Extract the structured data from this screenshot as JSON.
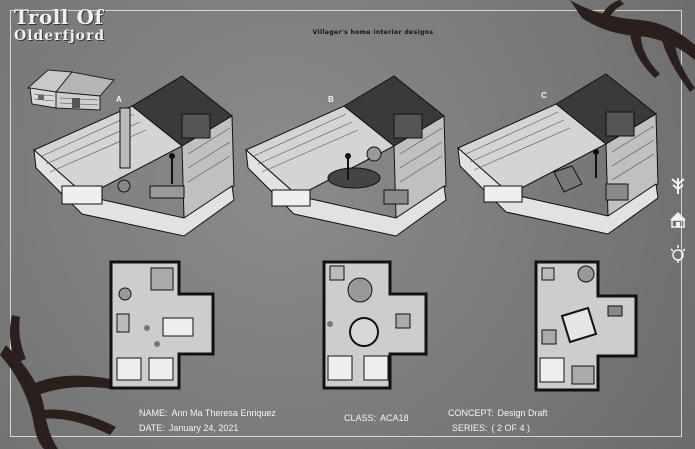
{
  "header": {
    "title_line1": "Troll Of",
    "title_line2": "Olderfjord",
    "subtitle": "Villager's home interior designs"
  },
  "variants": [
    {
      "label": "A"
    },
    {
      "label": "B"
    },
    {
      "label": "C"
    }
  ],
  "info": {
    "name_label": "NAME:",
    "name_value": "Ann Ma Theresa Enriquez",
    "date_label": "DATE:",
    "date_value": "January 24, 2021",
    "class_label": "CLASS:",
    "class_value": "ACA18",
    "concept_label": "CONCEPT:",
    "concept_value": "Design Draft",
    "series_label": "SERIES:",
    "series_value": "( 2 OF 4 )"
  },
  "sidebar_icons": [
    "tree-rune-icon",
    "hut-icon",
    "sun-rune-icon"
  ],
  "colors": {
    "background": "#7a7a7a",
    "antler": "#2a1f1c",
    "line": "#f2f2f2",
    "ink": "#1a1a1a"
  }
}
